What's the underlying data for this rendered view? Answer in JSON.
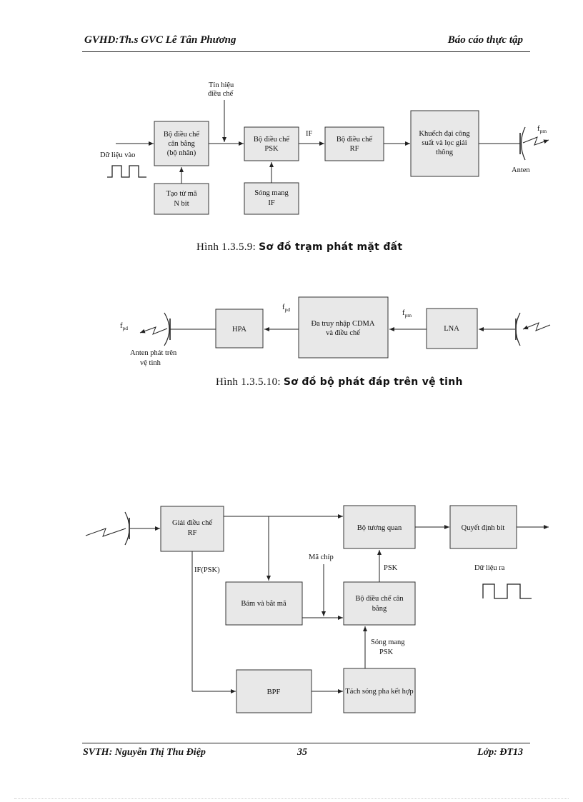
{
  "header": {
    "left": "GVHD:Th.s GVC Lê Tân Phương",
    "right": "Báo cáo thực tập"
  },
  "fig1": {
    "caption_prefix": "Hình 1.3.5.9: ",
    "caption_title": "Sơ đồ trạm phát mặt đất",
    "input_label": "Dữ liệu vào",
    "tin_hieu_1": "Tín hiệu",
    "tin_hieu_2": "điều chế",
    "bal_mod_1": "Bộ điều chế",
    "bal_mod_2": "cân bằng",
    "bal_mod_3": "(bộ nhân)",
    "code_gen_1": "Tạo từ mã",
    "code_gen_2": "N bit",
    "psk_1": "Bộ điều chế",
    "psk_2": "PSK",
    "if_label": "IF",
    "carrier_1": "Sóng mang",
    "carrier_2": "IF",
    "rf_1": "Bộ điều chế",
    "rf_2": "RF",
    "amp_1": "Khuếch đại công",
    "amp_2": "suất và lọc giải",
    "amp_3": "thông",
    "f_label": "fpm",
    "antenna_label": "Anten"
  },
  "fig2": {
    "caption_prefix": "Hình 1.3.5.10: ",
    "caption_title": "Sơ đồ bộ phát đáp trên vệ tinh",
    "f_left": "fpd",
    "antenna_1": "Anten phát trên",
    "antenna_2": "vệ tinh",
    "hpa": "HPA",
    "fpd_mid": "fpd",
    "cdma_1": "Đa truy nhập CDMA",
    "cdma_2": "và điều chế",
    "fpm_mid": "fpm",
    "lna": "LNA"
  },
  "fig3": {
    "demod_1": "Giải điều chế",
    "demod_2": "RF",
    "correlator": "Bộ tương quan",
    "decision": "Quyết định bit",
    "chip_code": "Mã chíp",
    "psk": "PSK",
    "output_label": "Dữ liệu ra",
    "if_psk": "IF(PSK)",
    "track": "Bám và bắt mã",
    "bal_mod_1": "Bộ điều chế cân",
    "bal_mod_2": "bằng",
    "carrier_1": "Sóng mang",
    "carrier_2": "PSK",
    "bpf": "BPF",
    "detector": "Tách sóng pha kết hợp"
  },
  "footer": {
    "left": "SVTH: Nguyễn Thị Thu Điệp",
    "page": "35",
    "right": "Lớp: ĐT13"
  }
}
